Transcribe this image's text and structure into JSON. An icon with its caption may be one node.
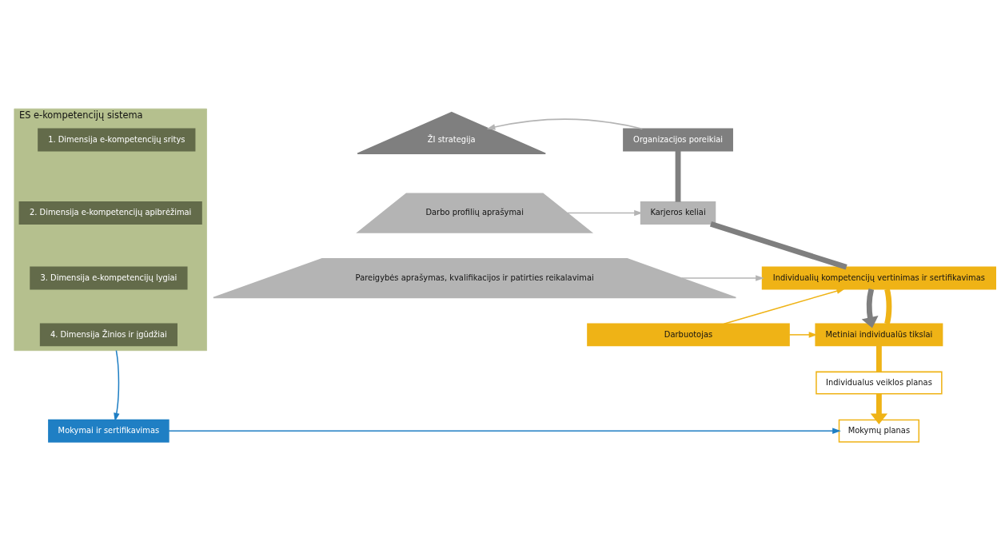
{
  "diagram": {
    "nodes": [
      {
        "text": [
          "ES e-kompetencijų sistema"
        ]
      },
      {
        "text": [
          "1. Dimensija e-kompetencijų sritys"
        ],
        "in": 0
      },
      {
        "text": [
          "2. Dimensija e-kompetencijų apibrėžimai"
        ],
        "in": 0
      },
      {
        "text": [
          "3. Dimensija e-kompetencijų lygiai"
        ],
        "in": 0
      },
      {
        "text": [
          "4. Dimensija Žinios ir įgūdžiai"
        ],
        "in": 0
      },
      {
        "text": [
          "ŽI strategija"
        ]
      },
      {
        "text": [
          "Darbo profilių aprašymai"
        ]
      },
      {
        "text": [
          "Pareigybės aprašymas, kvalifikacijos ir patirties reikalavimai"
        ]
      },
      {
        "text": [
          "Darbuotojas"
        ]
      },
      {
        "text": [
          "Organizacijos poreikiai"
        ]
      },
      {
        "text": [
          "Karjeros keliai"
        ]
      },
      {
        "text": [
          "Individualių kompetencijų vertinimas ir sertifikavimas"
        ]
      },
      {
        "text": [
          "Metiniai individualūs tikslai"
        ]
      },
      {
        "text": [
          "Individualus veiklos planas"
        ]
      },
      {
        "text": [
          "Mokymų planas"
        ]
      },
      {
        "text": [
          "Mokymai ir sertifikavimas"
        ]
      }
    ],
    "edges": [
      {
        "from": 9,
        "to": 5,
        "arrow": "to",
        "color": "#b4b4b4"
      },
      {
        "from": 6,
        "to": 10,
        "arrow": "to",
        "color": "#b4b4b4"
      },
      {
        "from": 7,
        "to": 11,
        "arrow": "to",
        "color": "#b4b4b4"
      },
      {
        "from": 9,
        "to": 10,
        "arrow": "none",
        "style": "thick",
        "color": "#7f7f7f"
      },
      {
        "from": 10,
        "to": 11,
        "arrow": "none",
        "style": "thick",
        "color": "#7f7f7f"
      },
      {
        "from": 11,
        "to": 12,
        "arrow": "to",
        "style": "thick",
        "color": "#7f7f7f"
      },
      {
        "from": 11,
        "to": 12,
        "arrow": "none",
        "style": "thick",
        "color": "#efb316"
      },
      {
        "from": 8,
        "to": 11,
        "arrow": "to",
        "color": "#efb316"
      },
      {
        "from": 8,
        "to": 12,
        "arrow": "to",
        "color": "#efb316"
      },
      {
        "from": 12,
        "to": 13,
        "arrow": "none",
        "style": "thick",
        "color": "#efb316"
      },
      {
        "from": 13,
        "to": 14,
        "arrow": "to",
        "style": "thick",
        "color": "#efb316"
      },
      {
        "from": 0,
        "to": 15,
        "arrow": "to",
        "color": "#1f7fc4"
      },
      {
        "from": 15,
        "to": 14,
        "arrow": "to",
        "color": "#1f7fc4"
      }
    ]
  }
}
